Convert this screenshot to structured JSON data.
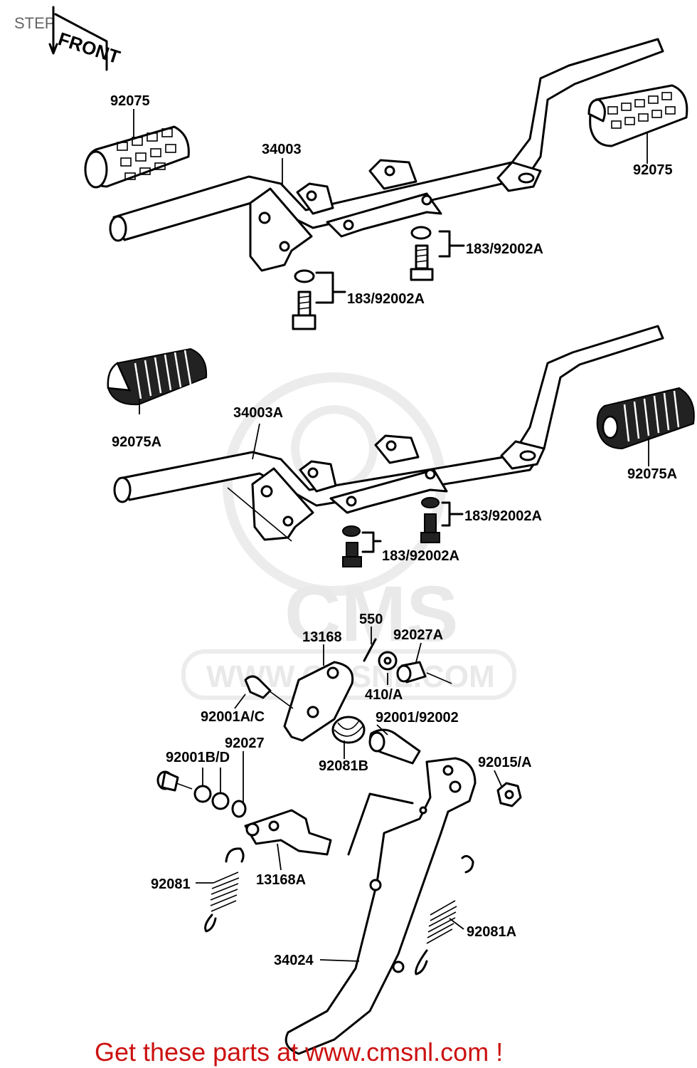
{
  "page": {
    "title": "STEP",
    "front_marker": "FRONT",
    "footer": "Get these parts at www.cmsnl.com !"
  },
  "watermark": {
    "brand": "CMS",
    "url": "WWW.CMSNL.COM"
  },
  "labels": {
    "grip_left_top": "92075",
    "grip_right_top": "92075",
    "bar_top": "34003",
    "bolt_top_right": "183/92002A",
    "bolt_top_left": "183/92002A",
    "grip_left_mid": "92075A",
    "grip_right_mid": "92075A",
    "bar_mid": "34003A",
    "bolt_mid_right": "183/92002A",
    "bolt_mid_left": "183/92002A",
    "pin_550": "550",
    "bracket_13168": "13168",
    "collar_92027A": "92027A",
    "washer_410A": "410/A",
    "bolt_92001AC": "92001A/C",
    "bolt_92001_92002": "92001/92002",
    "collar_92027": "92027",
    "bolt_92001BD": "92001B/D",
    "spring_92081B": "92081B",
    "nut_92015A": "92015/A",
    "spring_92081": "92081",
    "bracket_13168A": "13168A",
    "spring_92081A": "92081A",
    "stand_34024": "34024"
  }
}
